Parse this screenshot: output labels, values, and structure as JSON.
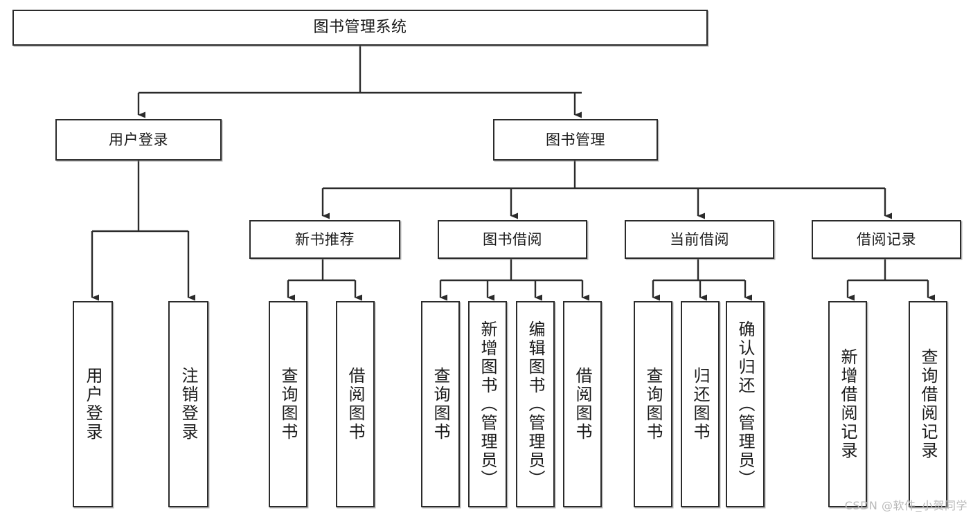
{
  "diagram": {
    "title": "图书管理系统",
    "type": "hierarchy-tree",
    "orientation": "top-down",
    "accent_color": "#2b2b2b",
    "background_color": "#ffffff",
    "watermark": "CSDN @软件_小贺同学"
  },
  "nodes": {
    "root": {
      "label": "图书管理系统",
      "level": 1
    },
    "level2": [
      {
        "id": "user-login",
        "label": "用户登录",
        "level": 2
      },
      {
        "id": "book-manage",
        "label": "图书管理",
        "level": 2
      }
    ],
    "level3": [
      {
        "id": "new-book-recommend",
        "label": "新书推荐",
        "level": 3
      },
      {
        "id": "book-borrow",
        "label": "图书借阅",
        "level": 3
      },
      {
        "id": "current-borrow",
        "label": "当前借阅",
        "level": 3
      },
      {
        "id": "borrow-record",
        "label": "借阅记录",
        "level": 3
      }
    ],
    "leaves": {
      "user-login": [
        {
          "id": "leaf-user-login",
          "label": "用户登录"
        },
        {
          "id": "leaf-user-logout",
          "label": "注销登录"
        }
      ],
      "new-book-recommend": [
        {
          "id": "leaf-query-book-1",
          "label": "查询图书"
        },
        {
          "id": "leaf-borrow-book-1",
          "label": "借阅图书"
        }
      ],
      "book-borrow": [
        {
          "id": "leaf-query-book-2",
          "label": "查询图书"
        },
        {
          "id": "leaf-add-book",
          "label": "新增图书（管理员）"
        },
        {
          "id": "leaf-edit-book",
          "label": "编辑图书（管理员）"
        },
        {
          "id": "leaf-borrow-book-2",
          "label": "借阅图书"
        }
      ],
      "current-borrow": [
        {
          "id": "leaf-query-book-3",
          "label": "查询图书"
        },
        {
          "id": "leaf-return-book",
          "label": "归还图书"
        },
        {
          "id": "leaf-confirm-return",
          "label": "确认归还（管理员）"
        }
      ],
      "borrow-record": [
        {
          "id": "leaf-add-record",
          "label": "新增借阅记录"
        },
        {
          "id": "leaf-query-record",
          "label": "查询借阅记录"
        }
      ]
    }
  }
}
